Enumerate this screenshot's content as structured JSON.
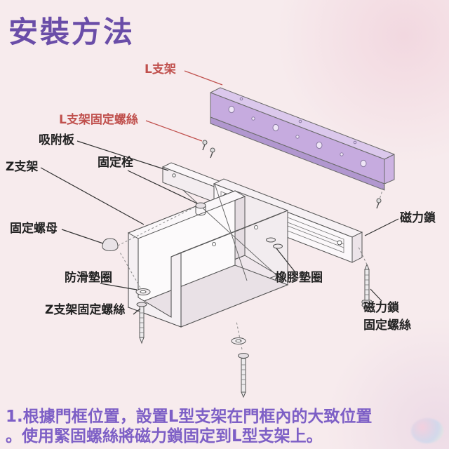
{
  "page": {
    "title": "安裝方法"
  },
  "colors": {
    "background": "#f7ebed",
    "title": "#6a4da8",
    "red_label": "#c0504d",
    "black_label": "#222222",
    "instruction_text": "#7d5fc6",
    "l_bracket_fill": "#c6abdf"
  },
  "labels": {
    "l_bracket": {
      "text": "L支架"
    },
    "l_bracket_screw": {
      "text": "L支架固定螺絲"
    },
    "adsorption_plate": {
      "text": "吸附板"
    },
    "z_bracket": {
      "text": "Z支架"
    },
    "fixing_pin": {
      "text": "固定栓"
    },
    "fixing_nut": {
      "text": "固定螺母"
    },
    "antislip_washer": {
      "text": "防滑墊圈"
    },
    "z_bracket_screw": {
      "text": "Z支架固定螺絲"
    },
    "rubber_washer": {
      "text": "橡膠墊圈"
    },
    "magnetic_lock": {
      "text": "磁力鎖"
    },
    "magnetic_lock_screw_line1": {
      "text": "磁力鎖"
    },
    "magnetic_lock_screw_line2": {
      "text": "固定螺絲"
    }
  },
  "instructions": {
    "line1": "1.根據門框位置，設置L型支架在門框內的大致位置",
    "line2": "。使用緊固螺絲將磁力鎖固定到L型支架上。"
  }
}
